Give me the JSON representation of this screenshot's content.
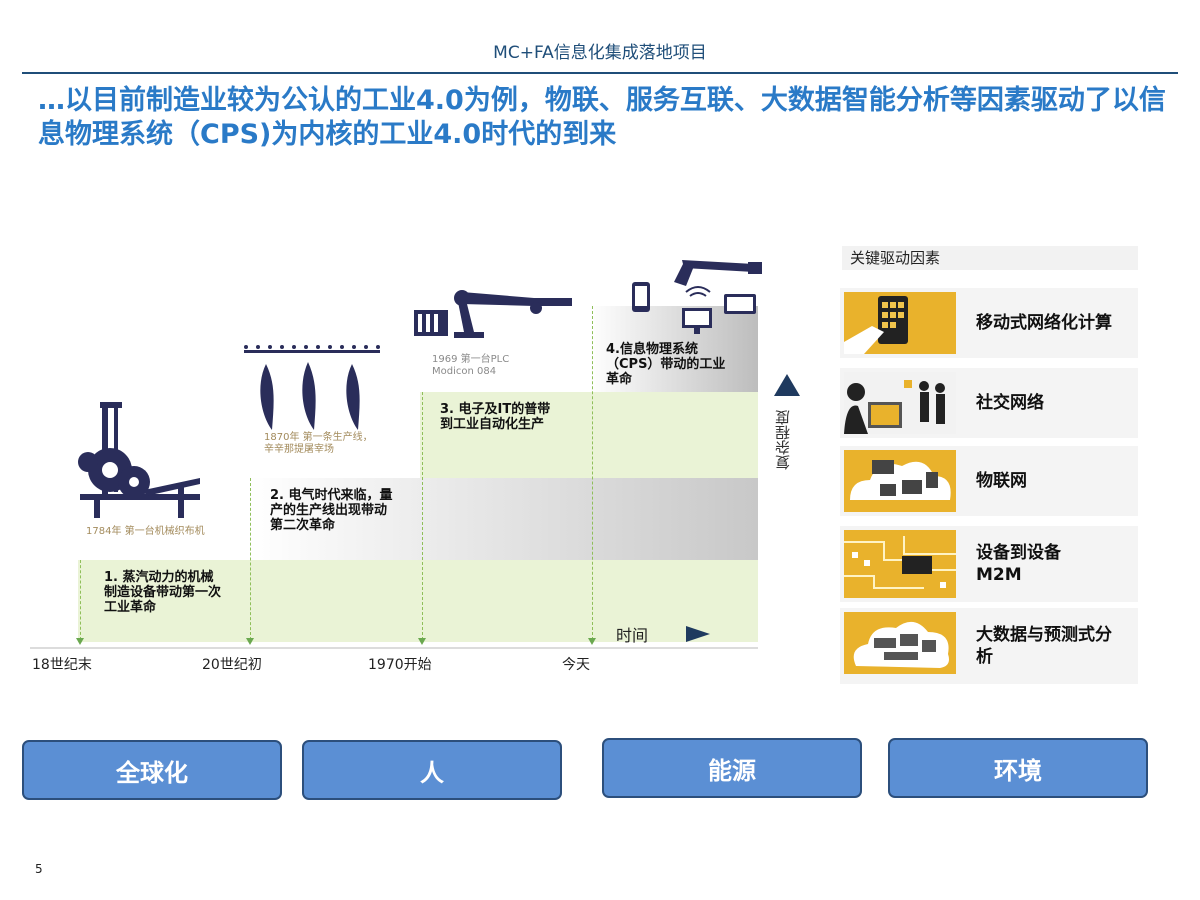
{
  "header": {
    "title": "MC+FA信息化集成落地项目"
  },
  "headline": "…以目前制造业较为公认的工业4.0为例，物联、服务互联、大数据智能分析等因素驱动了以信息物理系统（CPS)为内核的工业4.0时代的到来",
  "timeline": {
    "steps": [
      {
        "label": "1. 蒸汽动力的机械制造设备带动第一次工业革命"
      },
      {
        "label": "2. 电气时代来临，量产的生产线出现带动第二次革命"
      },
      {
        "label": "3. 电子及IT的普带到工业自动化生产"
      },
      {
        "label": "4.信息物理系统（CPS）带动的工业革命"
      }
    ],
    "captions": [
      "1784年 第一台机械织布机",
      "1870年 第一条生产线，辛辛那提屠宰场",
      "1969 第一台PLC Modicon 084"
    ],
    "axis_labels": [
      "18世纪末",
      "20世纪初",
      "1970开始",
      "今天"
    ],
    "time_label": "时间",
    "complexity_label": "复杂程度"
  },
  "drivers": {
    "title": "关键驱动因素",
    "items": [
      {
        "label": "移动式网络化计算",
        "icon": "mobile-computing-image"
      },
      {
        "label": "社交网络",
        "icon": "social-network-image"
      },
      {
        "label": "物联网",
        "icon": "iot-image"
      },
      {
        "label": "设备到设备 M2M",
        "icon": "m2m-chip-image"
      },
      {
        "label": "大数据与预测式分析",
        "icon": "big-data-cloud-image"
      }
    ]
  },
  "bottom_buttons": [
    "全球化",
    "人",
    "能源",
    "环境"
  ],
  "page_number": "5"
}
